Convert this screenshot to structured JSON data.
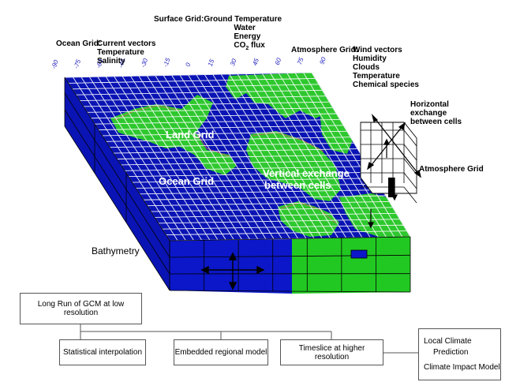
{
  "labels": {
    "surface_grid": {
      "key": "Surface Grid:",
      "values": [
        "Ground Temperature",
        "Water",
        "Energy",
        "CO2 flux"
      ]
    },
    "ocean_grid": {
      "key": "Ocean Grid:",
      "values": [
        "Current vectors",
        "Temperature",
        "Salinity"
      ]
    },
    "atmosphere_grid": {
      "key": "Atmosphere Grid:",
      "values": [
        "Wind vectors",
        "Humidity",
        "Clouds",
        "Temperature",
        "Chemical species"
      ]
    },
    "horizontal_exchange": [
      "Horizontal",
      "exchange",
      "between cells"
    ],
    "land_grid": "Land Grid",
    "ocean_grid_center": "Ocean Grid",
    "vertical_exchange": [
      "Vertical exchange",
      "between cells"
    ],
    "atmosphere_grid_side": "Atmosphere Grid",
    "bathymetry": "Bathymetry"
  },
  "longitudes": [
    "-90",
    "-75",
    "-60",
    "-45",
    "-30",
    "-15",
    "0",
    "15",
    "30",
    "45",
    "60",
    "75",
    "90"
  ],
  "flow": {
    "top": "Long Run of GCM at low resolution",
    "methods": [
      "Statistical interpolation",
      "Embedded regional model",
      "Timeslice at higher resolution"
    ],
    "outputs": [
      "Local Climate",
      "Prediction",
      "Climate Impact Model"
    ]
  },
  "colors": {
    "ocean": "#0a14b4",
    "land": "#2ec82e",
    "grid_line": "#ffffff",
    "coast": "#d06060",
    "side_ocean": "#0b17c8",
    "side_land": "#22c822",
    "longitude_text": "#2020c0"
  }
}
